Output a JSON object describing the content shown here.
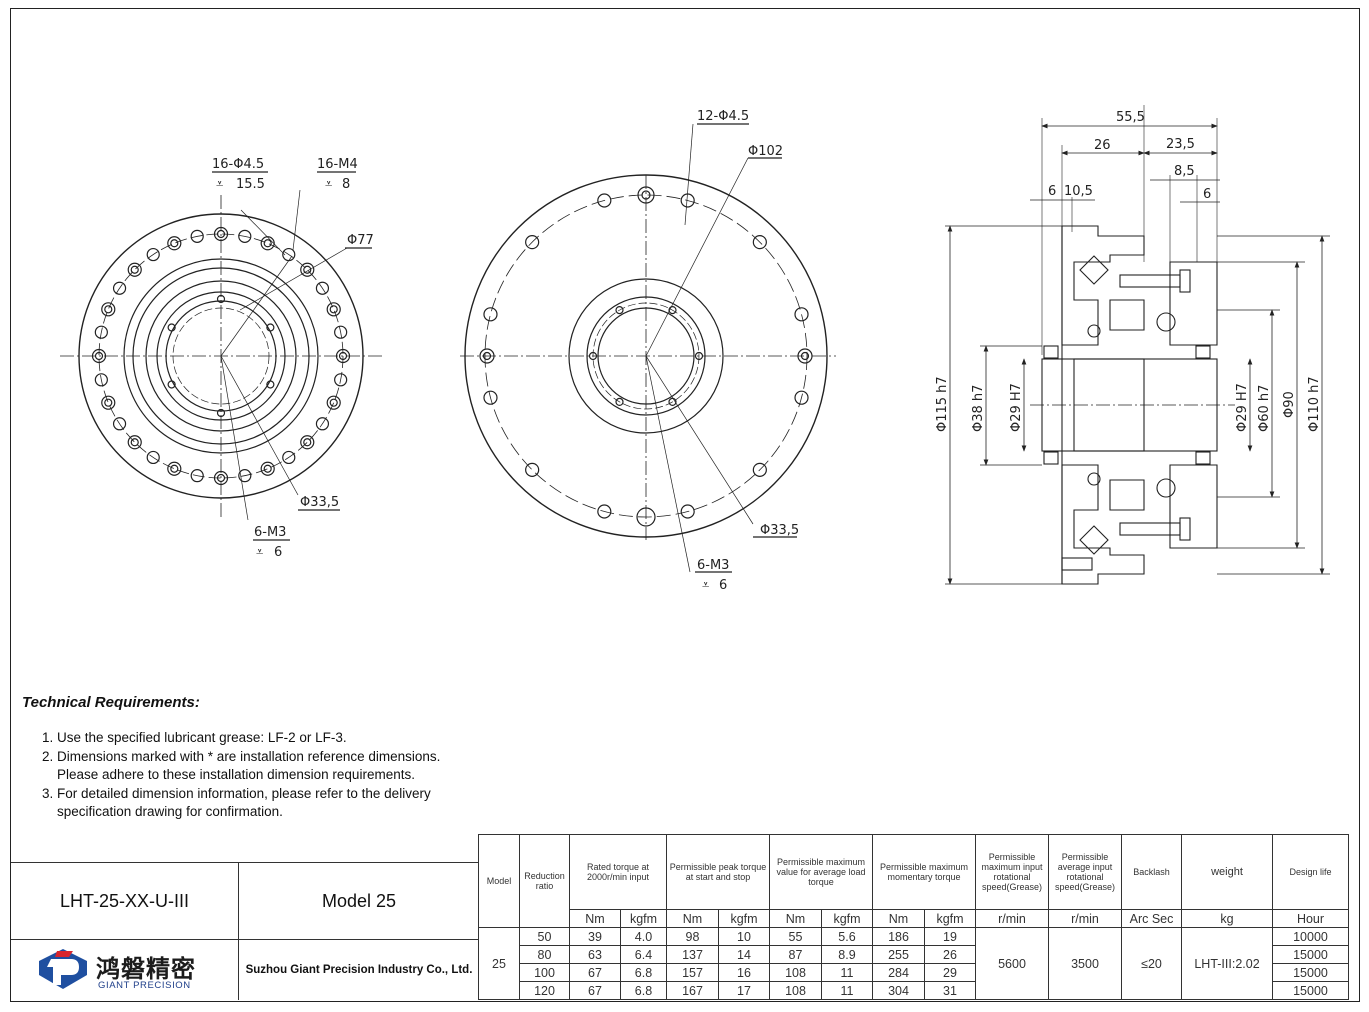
{
  "drawing": {
    "left_view": {
      "holes_callout": "16-Φ4.5",
      "holes_depth": "15.5",
      "thread_callout": "16-M4",
      "thread_depth": "8",
      "pcd": "Φ77",
      "bore_pcd": "Φ33,5",
      "bore_thread": "6-M3",
      "bore_thread_depth": "6"
    },
    "middle_view": {
      "holes_callout": "12-Φ4.5",
      "outer_pcd": "Φ102",
      "bore_pcd": "Φ33,5",
      "bore_thread": "6-M3",
      "bore_thread_depth": "6"
    },
    "section_view": {
      "overall_length": "55,5",
      "len_26": "26",
      "len_23_5": "23,5",
      "len_8_5": "8,5",
      "len_6_right": "6",
      "len_6_left": "6",
      "len_10_5": "10,5",
      "dia_115": "Φ115 h7",
      "dia_38": "Φ38 h7",
      "dia_29_left": "Φ29 H7",
      "dia_29_right": "Φ29 H7",
      "dia_60": "Φ60 h7",
      "dia_90": "Φ90",
      "dia_110": "Φ110 h7"
    }
  },
  "requirements": {
    "title": "Technical Requirements:",
    "items": [
      "Use the specified lubricant grease: LF-2 or LF-3.",
      "Dimensions marked with * are installation reference dimensions. Please adhere to these installation dimension requirements.",
      "For detailed dimension information, please refer to the delivery specification drawing for confirmation."
    ]
  },
  "title_block": {
    "part_number": "LHT-25-XX-U-III",
    "model_name": "Model 25",
    "company": "Suzhou Giant Precision Industry Co., Ltd.",
    "logo_cn": "鸿磐精密",
    "logo_en": "GIANT PRECISION"
  },
  "spec_table": {
    "headers": {
      "model": "Model",
      "ratio": "Reduction ratio",
      "rated": "Rated torque at 2000r/min input",
      "peak": "Permissible peak torque at start and stop",
      "avg_max": "Permissible maximum value for average load torque",
      "momentary": "Permissible maximum momentary torque",
      "max_speed": "Permissible maximum input rotational speed(Grease)",
      "avg_speed": "Permissible average input rotational speed(Grease)",
      "backlash": "Backlash",
      "weight": "weight",
      "life": "Design life"
    },
    "units": [
      "Nm",
      "kgfm",
      "Nm",
      "kgfm",
      "Nm",
      "kgfm",
      "Nm",
      "kgfm",
      "r/min",
      "r/min",
      "Arc Sec",
      "kg",
      "Hour"
    ],
    "model": "25",
    "rows": [
      {
        "ratio": "50",
        "rated_nm": "39",
        "rated_kgfm": "4.0",
        "peak_nm": "98",
        "peak_kgfm": "10",
        "avg_nm": "55",
        "avg_kgfm": "5.6",
        "mom_nm": "186",
        "mom_kgfm": "19",
        "life": "10000"
      },
      {
        "ratio": "80",
        "rated_nm": "63",
        "rated_kgfm": "6.4",
        "peak_nm": "137",
        "peak_kgfm": "14",
        "avg_nm": "87",
        "avg_kgfm": "8.9",
        "mom_nm": "255",
        "mom_kgfm": "26",
        "life": "15000"
      },
      {
        "ratio": "100",
        "rated_nm": "67",
        "rated_kgfm": "6.8",
        "peak_nm": "157",
        "peak_kgfm": "16",
        "avg_nm": "108",
        "avg_kgfm": "11",
        "mom_nm": "284",
        "mom_kgfm": "29",
        "life": "15000"
      },
      {
        "ratio": "120",
        "rated_nm": "67",
        "rated_kgfm": "6.8",
        "peak_nm": "167",
        "peak_kgfm": "17",
        "avg_nm": "108",
        "avg_kgfm": "11",
        "mom_nm": "304",
        "mom_kgfm": "31",
        "life": "15000"
      }
    ],
    "max_speed": "5600",
    "avg_speed": "3500",
    "backlash": "≤20",
    "weight": "LHT-III:2.02"
  }
}
